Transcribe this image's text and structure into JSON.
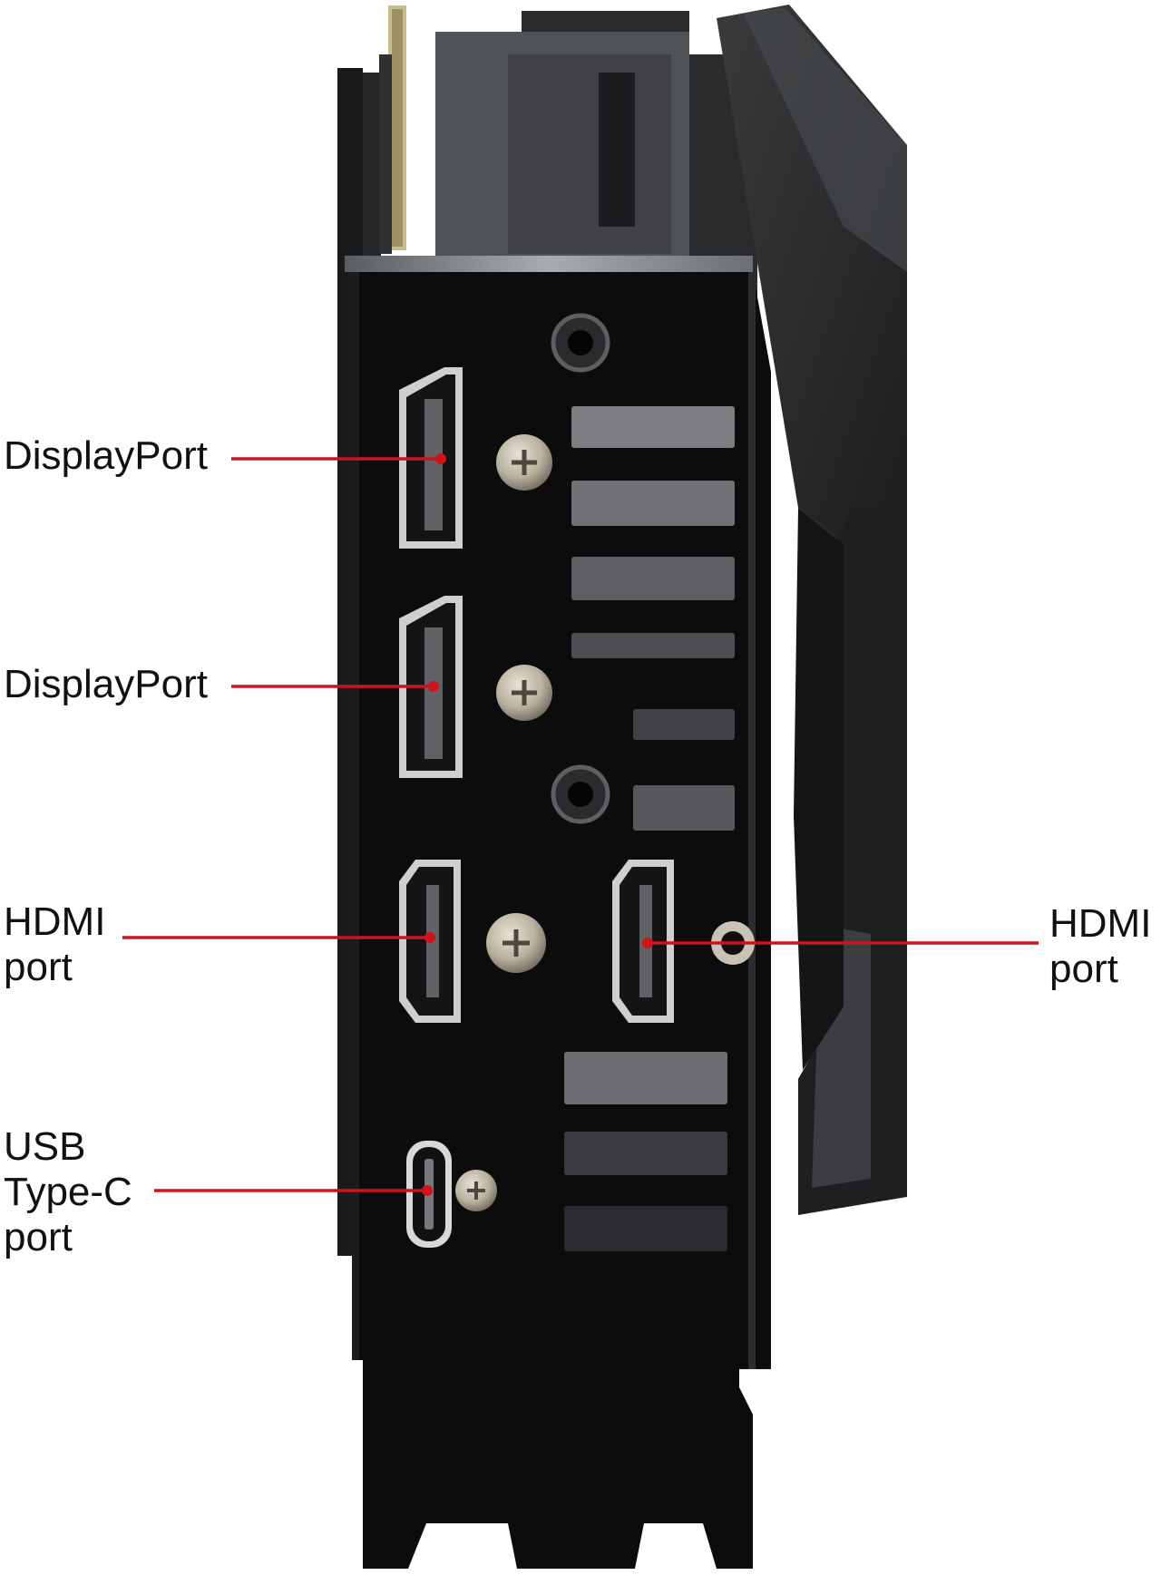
{
  "colors": {
    "background": "#ffffff",
    "bracket": "#0c0c0d",
    "leader_line": "#d0121b",
    "label_text": "#111111"
  },
  "callouts": [
    {
      "id": "displayport-top",
      "label": "DisplayPort"
    },
    {
      "id": "displayport-bottom",
      "label": "DisplayPort"
    },
    {
      "id": "hdmi-left",
      "label": "HDMI\nport"
    },
    {
      "id": "hdmi-right",
      "label": "HDMI\nport"
    },
    {
      "id": "usb-c",
      "label": "USB\nType-C\nport"
    }
  ]
}
